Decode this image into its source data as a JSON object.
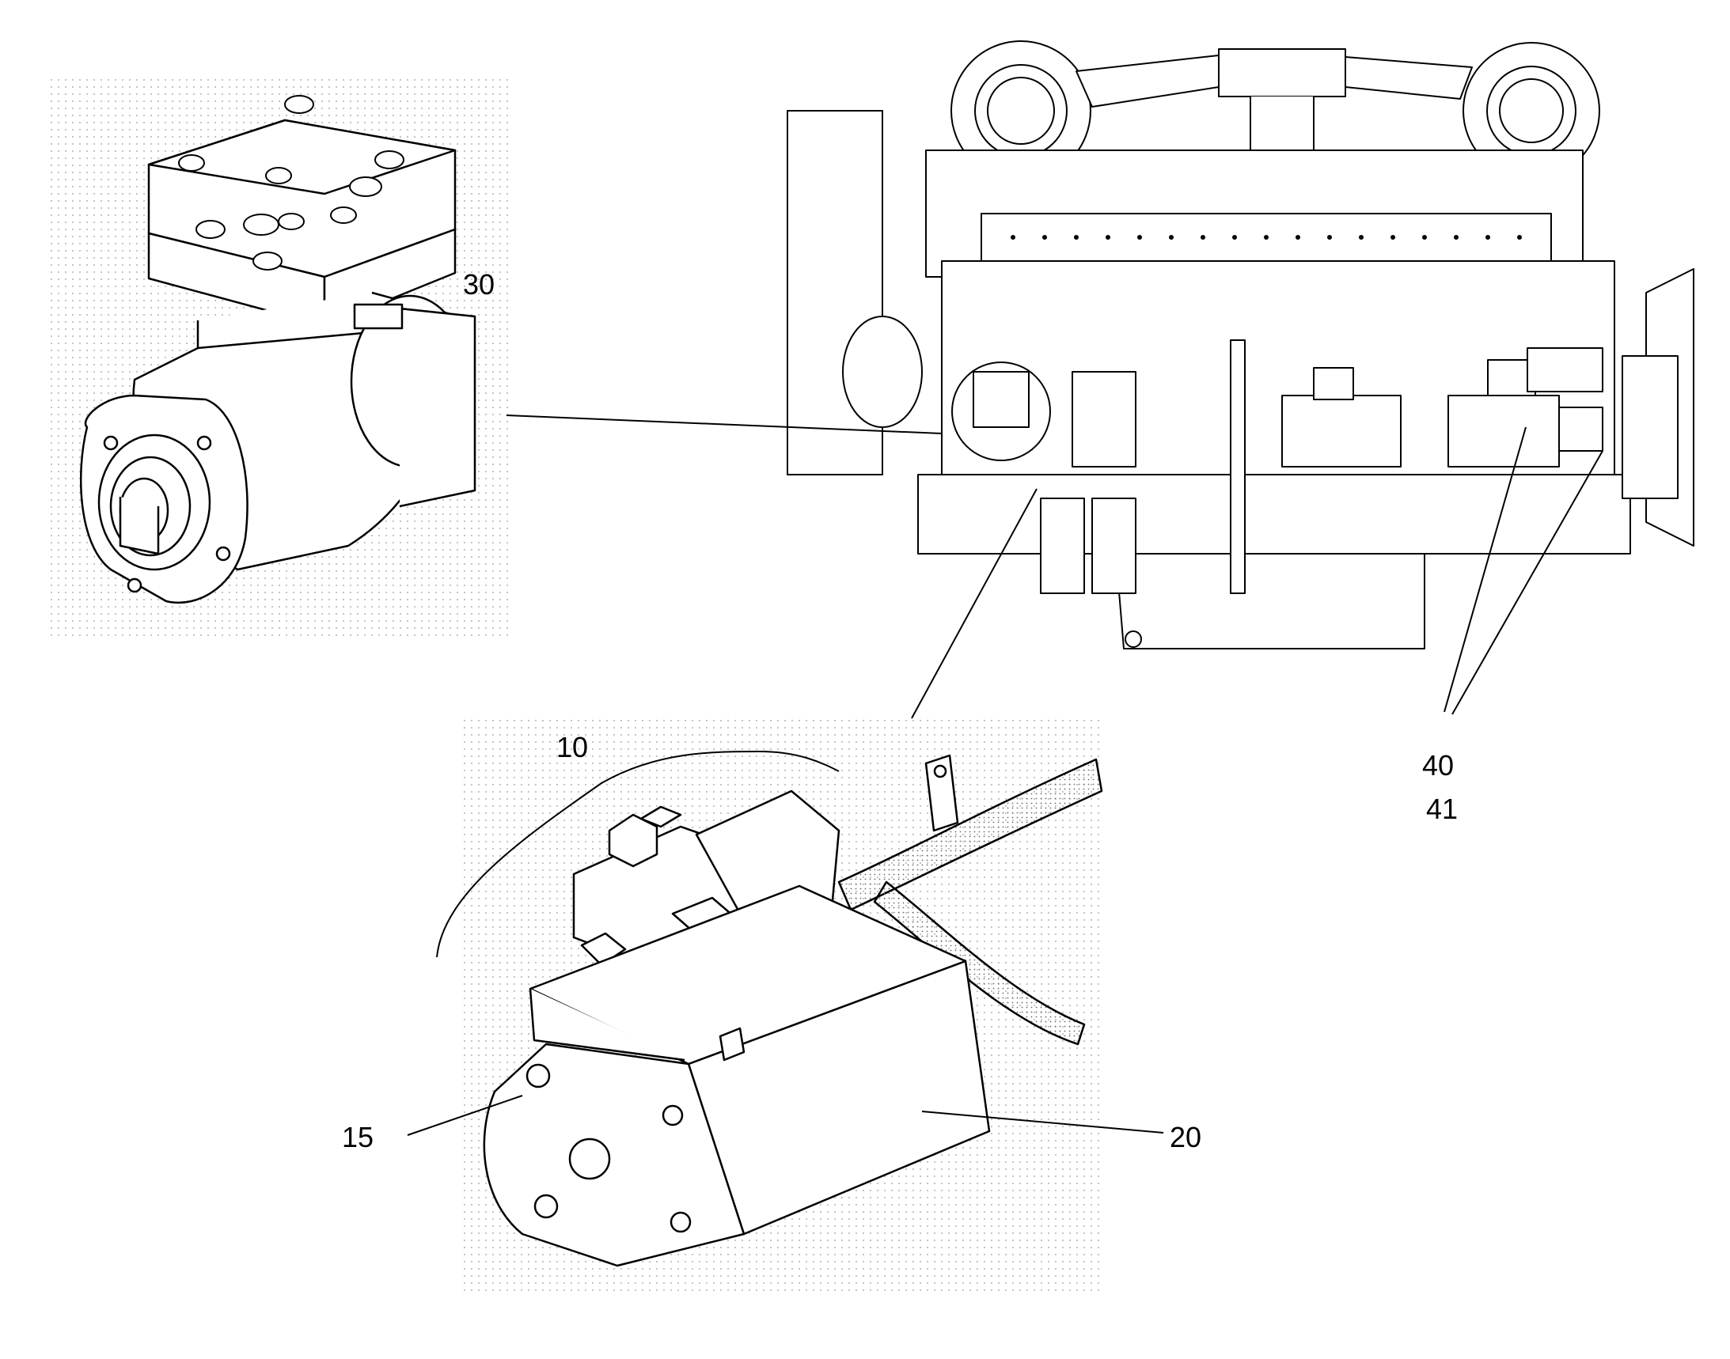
{
  "diagram": {
    "callouts": {
      "c10": "10",
      "c15": "15",
      "c20": "20",
      "c30": "30",
      "c40": "40",
      "c41": "41"
    },
    "colors": {
      "line": "#000000",
      "stipple": "#9a9a9a",
      "background": "#ffffff"
    }
  }
}
